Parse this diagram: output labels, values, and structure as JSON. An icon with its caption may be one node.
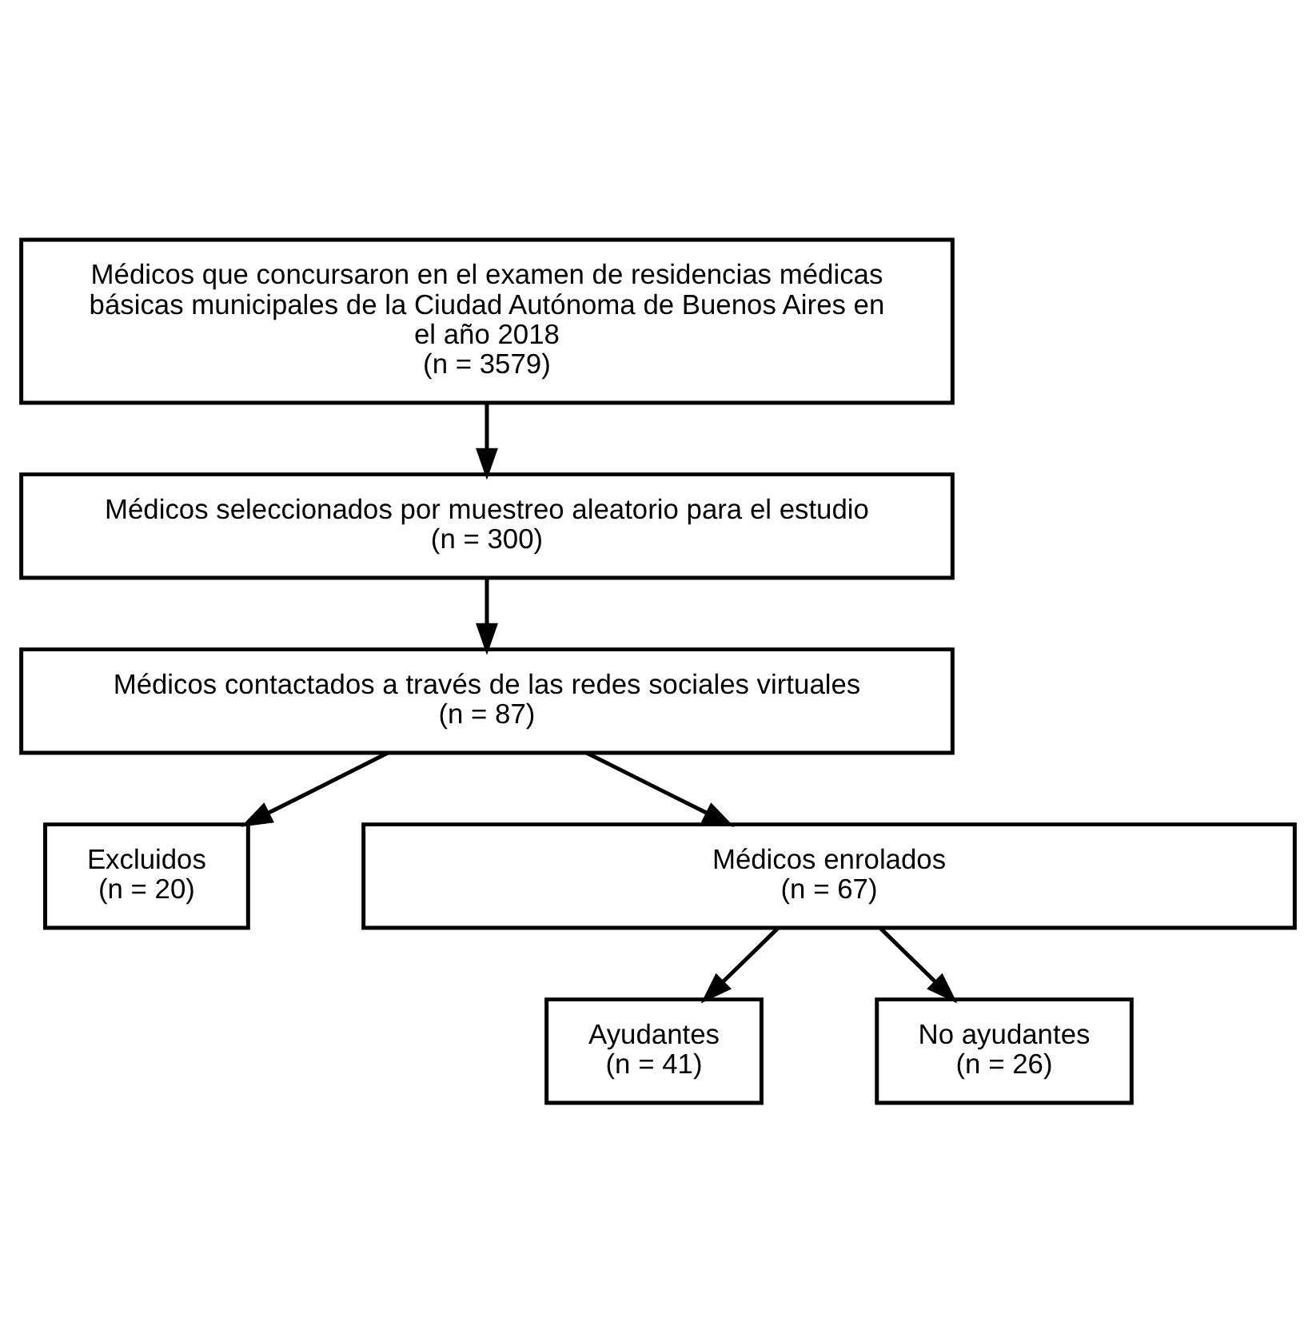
{
  "diagram": {
    "nodes": [
      {
        "text": [
          "Médicos que concursaron en el examen de residencias médicas básicas municipales de la Ciudad Autónoma de Buenos Aires en el año 2018",
          "(n = 3579)"
        ]
      },
      {
        "text": [
          "Médicos seleccionados por muestreo aleatorio para el estudio",
          "(n = 300)"
        ]
      },
      {
        "text": [
          "Médicos contactados a través de las redes sociales virtuales",
          "(n = 87)"
        ]
      },
      {
        "text": [
          "Excluidos",
          "(n = 20)"
        ]
      },
      {
        "text": [
          "Médicos enrolados",
          "(n = 67)"
        ]
      },
      {
        "text": [
          "Ayudantes",
          "(n = 41)"
        ]
      },
      {
        "text": [
          "No ayudantes",
          "(n = 26)"
        ]
      }
    ],
    "edges": [
      {
        "from": 0,
        "to": 1,
        "arrow": "to"
      },
      {
        "from": 1,
        "to": 2,
        "arrow": "to"
      },
      {
        "from": 2,
        "to": 3,
        "arrow": "to"
      },
      {
        "from": 2,
        "to": 4,
        "arrow": "to"
      },
      {
        "from": 4,
        "to": 5,
        "arrow": "to"
      },
      {
        "from": 4,
        "to": 6,
        "arrow": "to"
      }
    ]
  }
}
